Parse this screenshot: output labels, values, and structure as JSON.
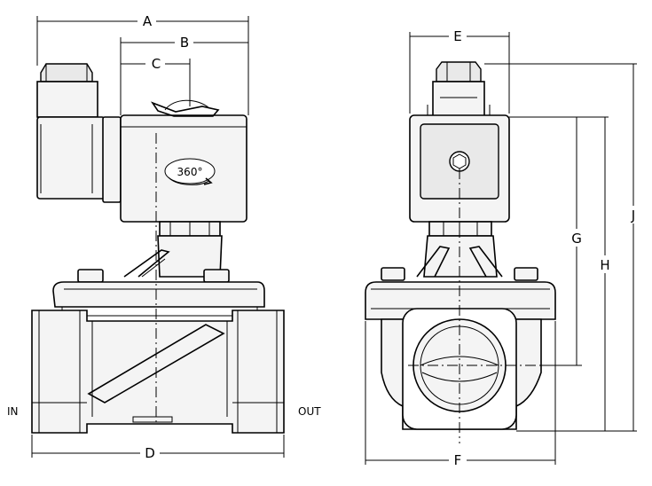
{
  "dimensions": {
    "A": "A",
    "B": "B",
    "C": "C",
    "D": "D",
    "E": "E",
    "F": "F",
    "G": "G",
    "H": "H",
    "J": "J"
  },
  "ports": {
    "inlet": "IN",
    "outlet": "OUT"
  },
  "coil_rotation": "360°"
}
